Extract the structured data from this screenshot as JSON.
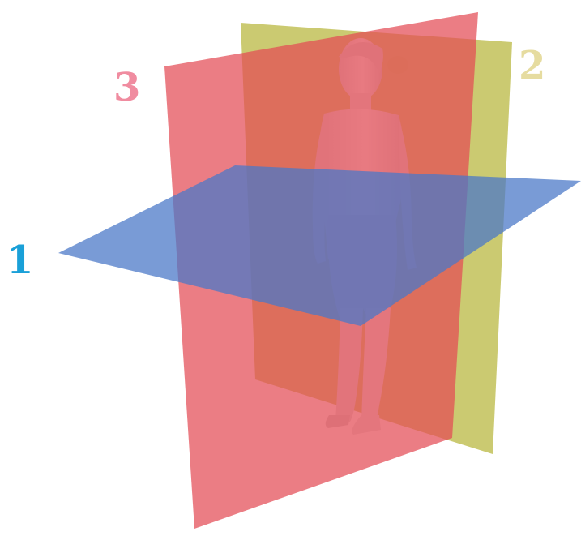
{
  "figure": {
    "planes": [
      {
        "id": "transverse",
        "label": "1",
        "color": "#1aa0d8",
        "fill": "#4a78c8"
      },
      {
        "id": "sagittal",
        "label": "3",
        "color": "#f08ca0",
        "fill": "#e34b55"
      },
      {
        "id": "coronal",
        "label": "2",
        "color": "#e6dca0",
        "fill": "#b7b53a"
      }
    ],
    "colors": {
      "background": "#ffffff",
      "body_skin": "#e9e9e9",
      "body_shade": "#c9c9c9",
      "hair": "#c8c76a"
    }
  }
}
